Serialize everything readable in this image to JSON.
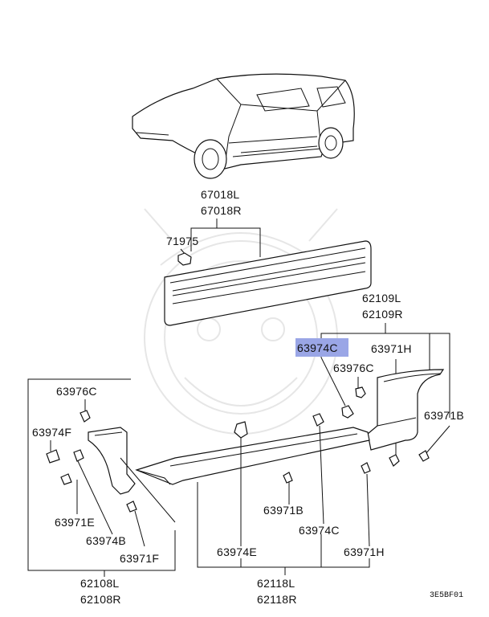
{
  "labels": {
    "l67018": "67018L",
    "r67018": "67018R",
    "p71975": "71975",
    "l62109": "62109L",
    "r62109": "62109R",
    "p63974C_top": "63974C",
    "p63971H_top": "63971H",
    "p63976C_right": "63976C",
    "p63971B_right": "63971B",
    "p63976C_left": "63976C",
    "p63974F": "63974F",
    "p63971E": "63971E",
    "p63974B": "63974B",
    "p63971F": "63971F",
    "p63971B_bottom": "63971B",
    "p63974C_bottom": "63974C",
    "p63974E": "63974E",
    "p63971H_bottom": "63971H",
    "l62108": "62108L",
    "r62108": "62108R",
    "l62118": "62118L",
    "r62118": "62118R"
  },
  "diagram_code": "3E5BF01",
  "colors": {
    "highlight": "#9aa6e6",
    "line": "#111111",
    "watermark": "#e6e6e6"
  }
}
